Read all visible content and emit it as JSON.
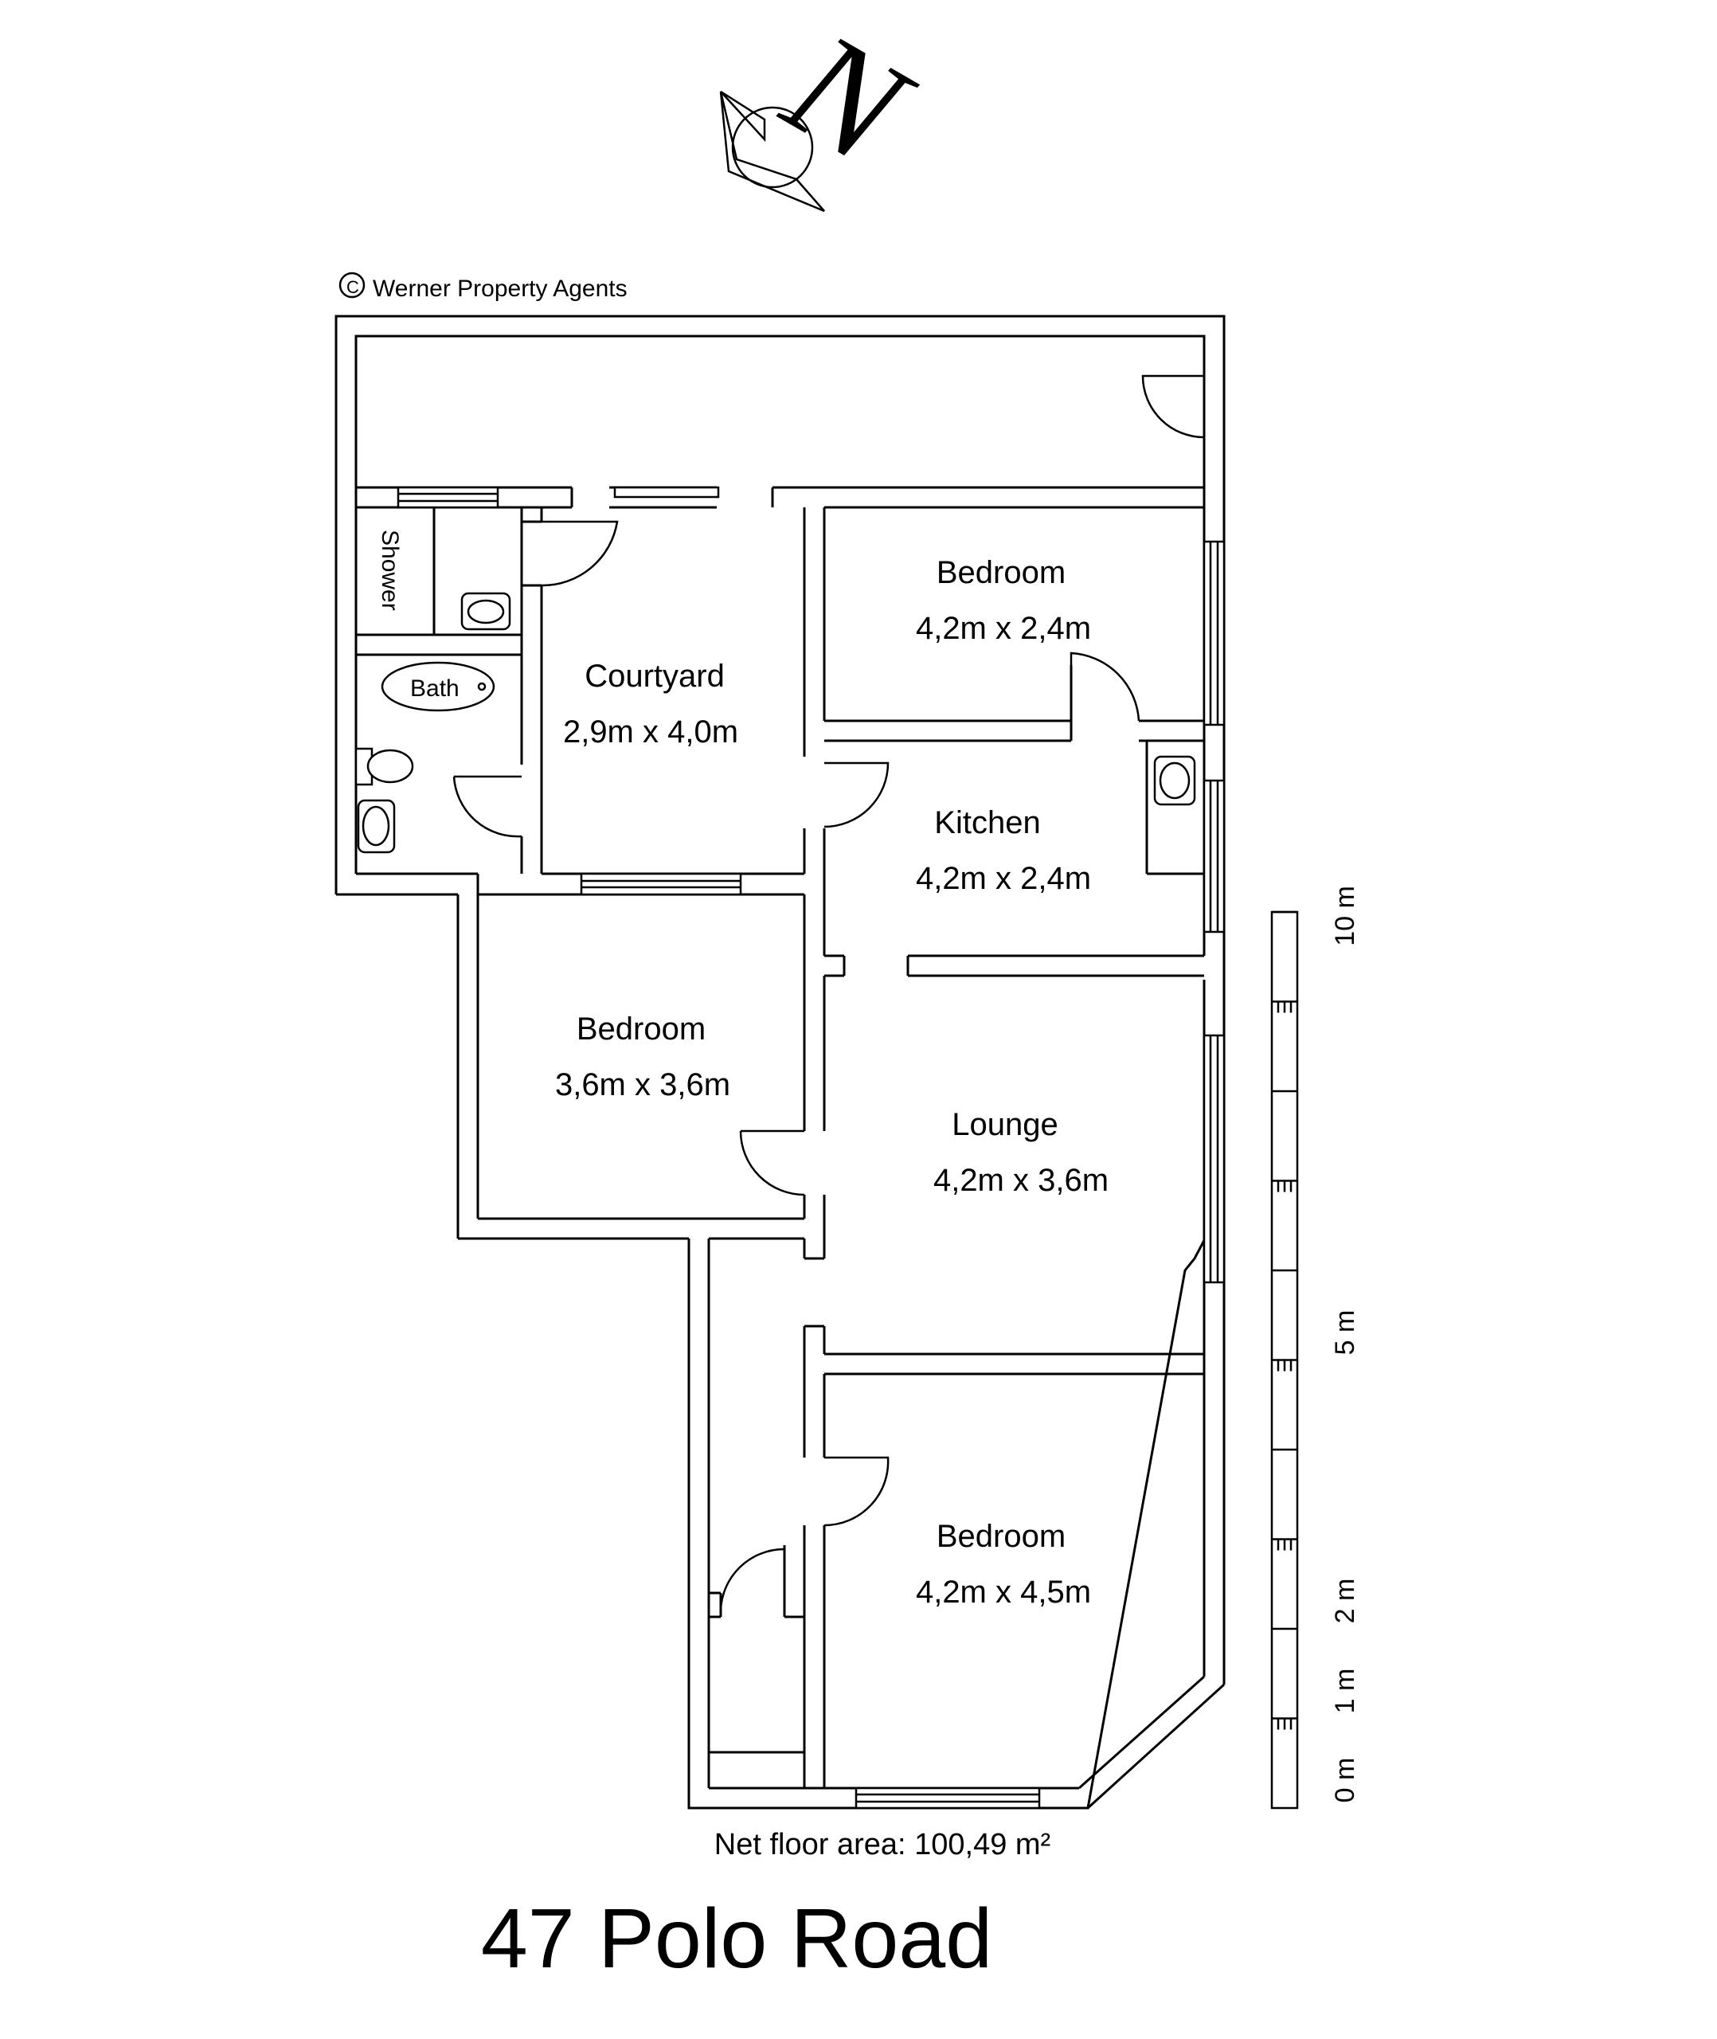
{
  "copyright": "Werner Property Agents",
  "compass": {
    "label": "N"
  },
  "rooms": [
    {
      "name": "Courtyard",
      "size": "2,9m x 4,0m"
    },
    {
      "name": "Bedroom",
      "size": "4,2m x 2,4m"
    },
    {
      "name": "Kitchen",
      "size": "4,2m x 2,4m"
    },
    {
      "name": "Bedroom",
      "size": "3,6m x 3,6m"
    },
    {
      "name": "Lounge",
      "size": "4,2m x 3,6m"
    },
    {
      "name": "Bedroom",
      "size": "4,2m x 4,5m"
    }
  ],
  "fixtures": {
    "shower": "Shower",
    "bath": "Bath"
  },
  "scale": {
    "labels": [
      "10 m",
      "5 m",
      "2 m",
      "1 m",
      "0 m"
    ]
  },
  "net_floor_area": "Net floor area: 100,49 m²",
  "title": "47 Polo Road"
}
